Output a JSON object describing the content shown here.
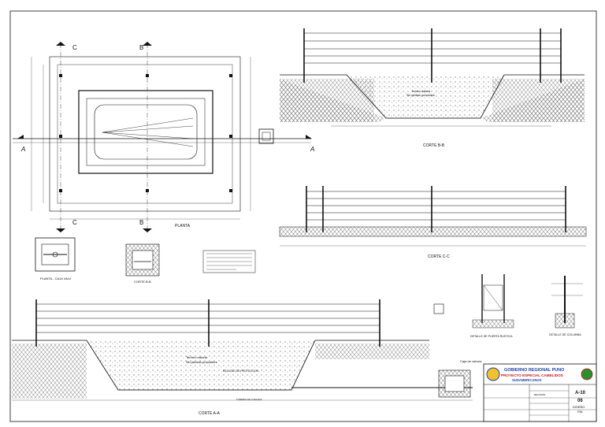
{
  "sections": {
    "plan_title": "PLANTA",
    "corte_bb": "CORTE B-B",
    "corte_cc": "CORTE C-C",
    "corte_aa": "CORTE A-A",
    "caja_label": "PLANTA - CAJA VALV",
    "corte_box": "CORTE B-B",
    "detalle_puerta": "DETALLE DE PUERTA RUSTICA",
    "detalle_columna": "DETALLE DE COLUMNA",
    "caja_valvula": "Caja de valvula"
  },
  "markers": {
    "a": "A",
    "b": "B",
    "c": "C"
  },
  "annotations": {
    "terreno": "Terreno natural",
    "sin_piedras": "Sin piedras punzantes",
    "relleno": "RELLENO DE PROTECCION",
    "tuberia": "TUBERIA DE LLEGADA"
  },
  "title_block": {
    "org1": "GOBIERNO REGIONAL PUNO",
    "org2": "PROYECTO ESPECIAL CAMELIDOS",
    "org3": "SUDAMERICANOS",
    "sheet_code": "A-10",
    "sheet_no": "06",
    "revision": "REVISION",
    "status": "DISEÑO",
    "status2": "FIN"
  },
  "colors": {
    "line": "#111111",
    "title_blue": "#1f3fa8",
    "title_red": "#c01818",
    "logo_green": "#2a8f2a"
  }
}
